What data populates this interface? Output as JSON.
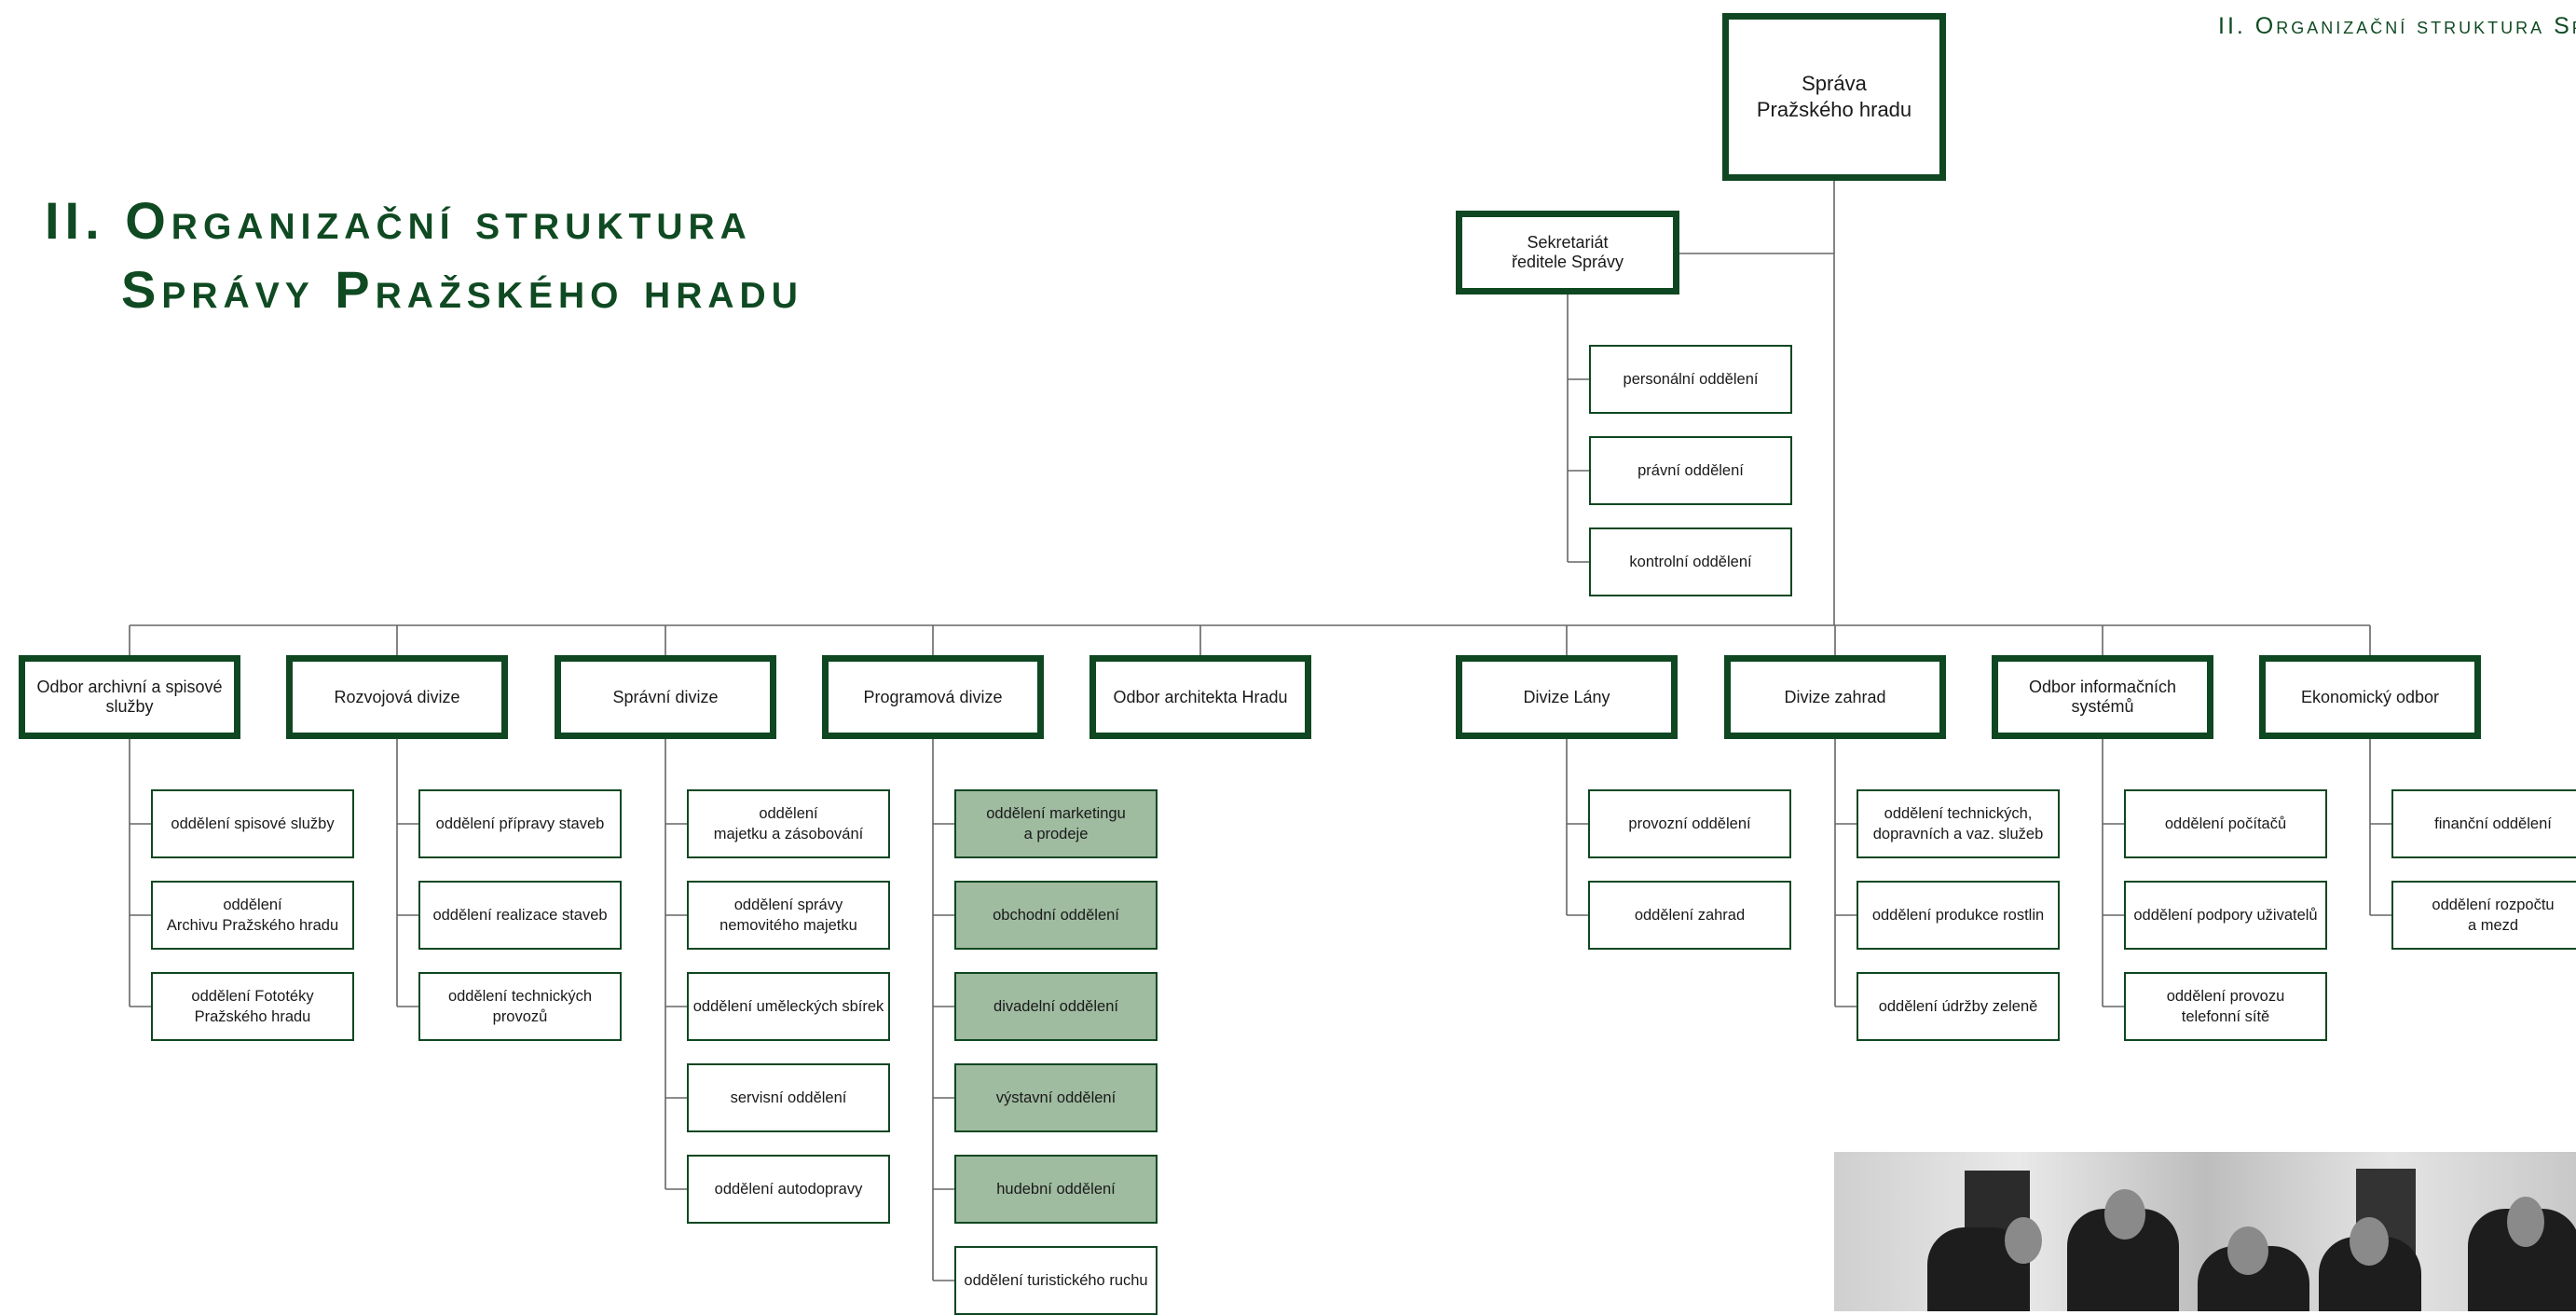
{
  "header_right": "II. Organizační struktura Správy Pr",
  "title_line1": "II. Organizační struktura",
  "title_line2": "Správy Pražského hradu",
  "colors": {
    "dark_green": "#0e4721",
    "light_green": "#9fbba0",
    "line": "#666666"
  },
  "org": {
    "root": "Správa\nPražského hradu",
    "secretariat": "Sekretariát\nředitele Správy",
    "secretariat_depts": [
      "personální oddělení",
      "právní oddělení",
      "kontrolní oddělení"
    ],
    "divisions": [
      {
        "name": "Odbor archivní a spisové služby",
        "depts": [
          "oddělení spisové služby",
          "oddělení\nArchivu Pražského hradu",
          "oddělení Fototéky\nPražského hradu"
        ]
      },
      {
        "name": "Rozvojová divize",
        "depts": [
          "oddělení přípravy staveb",
          "oddělení realizace staveb",
          "oddělení technických provozů"
        ]
      },
      {
        "name": "Správní divize",
        "depts": [
          "oddělení\nmajetku a zásobování",
          "oddělení správy\nnemovitého majetku",
          "oddělení uměleckých sbírek",
          "servisní oddělení",
          "oddělení autodopravy"
        ]
      },
      {
        "name": "Programová divize",
        "depts": [
          "oddělení marketingu\na prodeje",
          "obchodní oddělení",
          "divadelní oddělení",
          "výstavní oddělení",
          "hudební oddělení",
          "oddělení turistického ruchu"
        ],
        "highlighted": [
          0,
          1,
          2,
          3,
          4
        ]
      },
      {
        "name": "Odbor architekta Hradu",
        "depts": []
      },
      {
        "name": "Divize Lány",
        "depts": [
          "provozní oddělení",
          "oddělení zahrad"
        ]
      },
      {
        "name": "Divize zahrad",
        "depts": [
          "oddělení technických,\ndopravních a vaz. služeb",
          "oddělení produkce rostlin",
          "oddělení údržby zeleně"
        ]
      },
      {
        "name": "Odbor informačních systémů",
        "depts": [
          "oddělení počítačů",
          "oddělení podpory uživatelů",
          "oddělení provozu\ntelefonní sítě"
        ]
      },
      {
        "name": "Ekonomický odbor",
        "depts": [
          "finanční oddělení",
          "oddělení rozpočtu\na mezd"
        ]
      }
    ]
  },
  "photo_icon": "group-photo"
}
